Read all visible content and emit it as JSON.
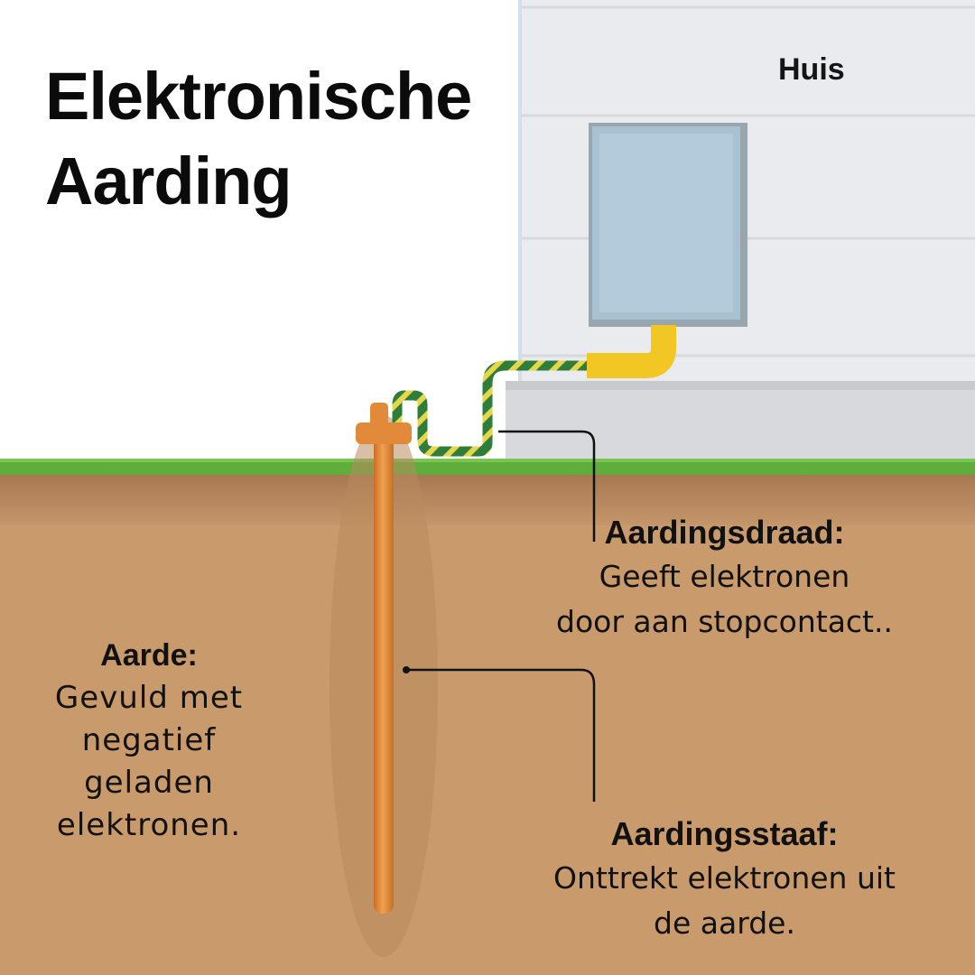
{
  "title": {
    "line1": "Elektronische",
    "line2": "Aarding"
  },
  "house_label": "Huis",
  "labels": {
    "earth": {
      "heading": "Aarde:",
      "lines": [
        "Gevuld met",
        "negatief",
        "geladen",
        "elektronen."
      ]
    },
    "wire": {
      "heading": "Aardingsdraad:",
      "lines": [
        "Geeft elektronen",
        "door aan stopcontact.."
      ]
    },
    "rod": {
      "heading": "Aardingsstaaf:",
      "lines": [
        "Onttrekt elektronen uit",
        "de aarde."
      ]
    }
  },
  "colors": {
    "grass": "#5fae3c",
    "soil_top": "#a97a52",
    "soil": "#c99a6b",
    "rod": "#e08a3a",
    "box": "#a9c2d3",
    "conduit": "#f2c623",
    "wire_green": "#2f7d3a",
    "wire_yellow": "#e5d64a",
    "siding": "#e8eaec"
  },
  "icons": [
    "electrical-panel-icon",
    "ground-rod-icon",
    "grounding-wire-icon"
  ]
}
